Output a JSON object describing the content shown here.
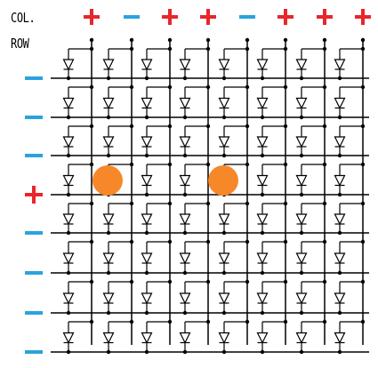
{
  "headers": {
    "col": "COL.",
    "row": "ROW"
  },
  "columns": [
    "+",
    "-",
    "+",
    "+",
    "-",
    "+",
    "+",
    "+"
  ],
  "rows": [
    "-",
    "-",
    "-",
    "+",
    "-",
    "-",
    "-",
    "-"
  ],
  "lit_leds": [
    {
      "row": 4,
      "col": 2
    },
    {
      "row": 4,
      "col": 5
    }
  ],
  "colors": {
    "positive": "#e8262b",
    "negative": "#2aa3dd",
    "wire": "#000000",
    "led_glow": "#f7882a"
  }
}
